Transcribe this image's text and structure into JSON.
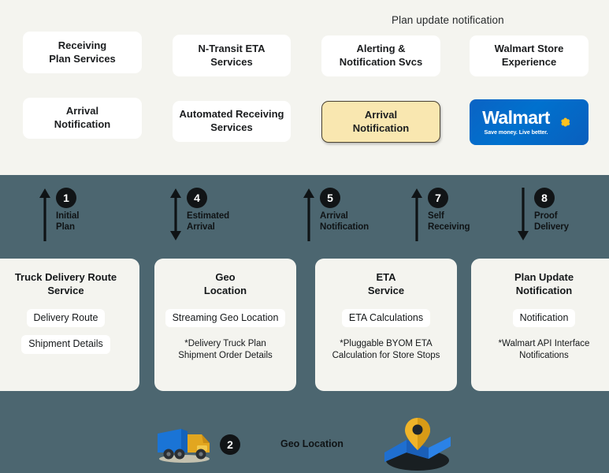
{
  "colors": {
    "cream_bg": "#f4f4ef",
    "teal_bg": "#4c6670",
    "card_white": "#ffffff",
    "highlight_fill": "#f9e7b0",
    "highlight_border": "#4a4232",
    "walmart_blue": "#0071ce",
    "walmart_yellow": "#ffc220",
    "badge_black": "#111416",
    "truck_body_blue": "#1a74d6",
    "truck_cab_yellow": "#e2a61f",
    "map_blue": "#1f6fd0",
    "pin_yellow": "#f0b429"
  },
  "top_section": {
    "annotation": "Plan update notification",
    "cards": [
      {
        "name": "receiving-plan-services",
        "label": "Receiving\nPlan Services",
        "style": "white"
      },
      {
        "name": "n-transit-eta-services",
        "label": "N-Transit ETA\nServices",
        "style": "white"
      },
      {
        "name": "alerting-notification-svcs",
        "label": "Alerting &\nNotification Svcs",
        "style": "white"
      },
      {
        "name": "walmart-store-experience",
        "label": "Walmart Store\nExperience",
        "style": "white"
      },
      {
        "name": "arrival-notification",
        "label": "Arrival\nNotification",
        "style": "white"
      },
      {
        "name": "automated-receiving-services",
        "label": "Automated Receiving\nServices",
        "style": "white"
      },
      {
        "name": "arrival-notification-highlight",
        "label": "Arrival\nNotification",
        "style": "highlight"
      }
    ],
    "walmart_logo": {
      "name": "Walmart",
      "tagline": "Save money. Live better."
    }
  },
  "flow_steps": [
    {
      "number": "1",
      "label": "Initial\nPlan",
      "arrow": "up"
    },
    {
      "number": "4",
      "label": "Estimated\nArrival",
      "arrow": "both"
    },
    {
      "number": "5",
      "label": "Arrival\nNotification",
      "arrow": "up"
    },
    {
      "number": "7",
      "label": "Self\nReceiving",
      "arrow": "up"
    },
    {
      "number": "8",
      "label": "Proof\nDelivery",
      "arrow": "down"
    }
  ],
  "service_cards": [
    {
      "name": "truck-delivery-route-service",
      "title": "Truck Delivery Route\nService",
      "chips": [
        "Delivery Route",
        "Shipment Details"
      ],
      "note": ""
    },
    {
      "name": "geo-location",
      "title": "Geo\nLocation",
      "chips": [
        "Streaming Geo Location"
      ],
      "note": "*Delivery Truck Plan\nShipment Order Details"
    },
    {
      "name": "eta-service",
      "title": "ETA\nService",
      "chips": [
        "ETA Calculations"
      ],
      "note": "*Pluggable BYOM ETA\nCalculation for Store Stops"
    },
    {
      "name": "plan-update-notification",
      "title": "Plan Update\nNotification",
      "chips": [
        "Notification"
      ],
      "note": "*Walmart API Interface\nNotifications"
    }
  ],
  "bottom_row": {
    "truck_icon": "delivery-truck-icon",
    "step_badge": "2",
    "caption": "Geo Location",
    "map_icon": "map-pin-location-icon"
  }
}
